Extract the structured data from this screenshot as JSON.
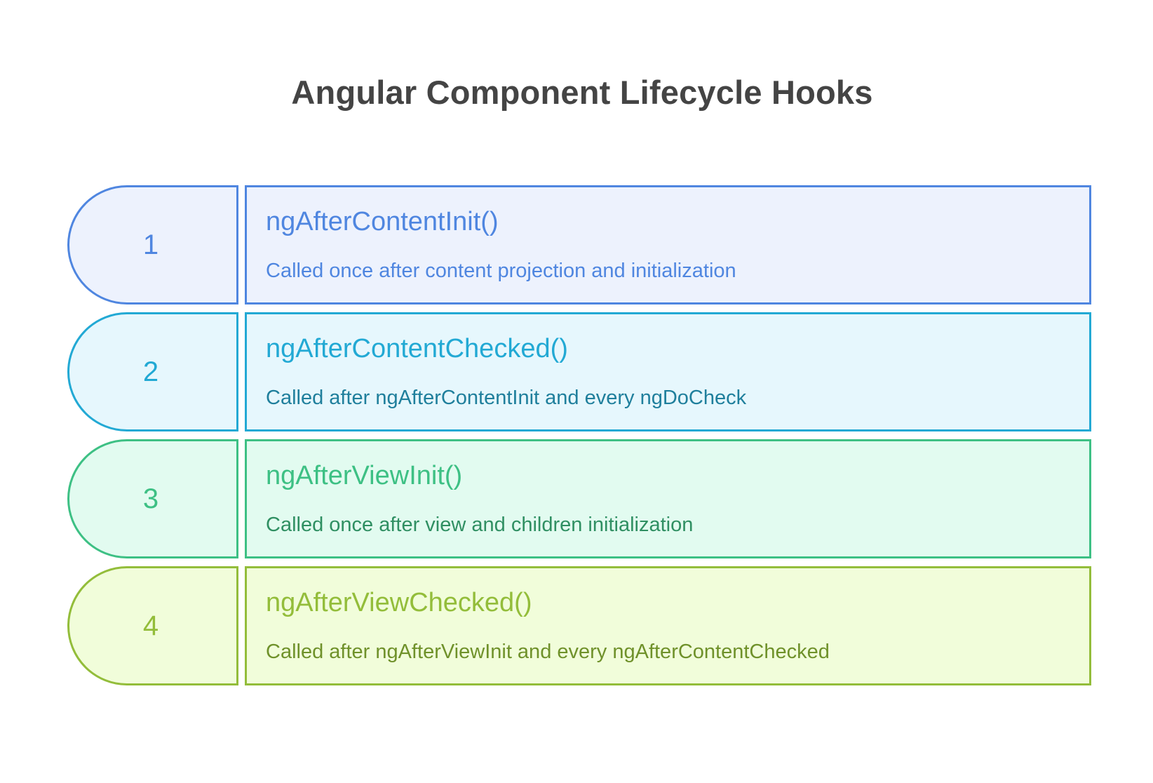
{
  "title": "Angular Component Lifecycle Hooks",
  "steps": [
    {
      "number": "1",
      "name": "ngAfterContentInit()",
      "description": "Called once after content projection and initialization",
      "colors": {
        "border": "#4f86e0",
        "fill": "#edf2fd",
        "title": "#4f86e0",
        "text": "#4f86e0"
      }
    },
    {
      "number": "2",
      "name": "ngAfterContentChecked()",
      "description": "Called after ngAfterContentInit and every ngDoCheck",
      "colors": {
        "border": "#22a9d4",
        "fill": "#e6f7fd",
        "title": "#22a9d4",
        "text": "#1f7f9c"
      }
    },
    {
      "number": "3",
      "name": "ngAfterViewInit()",
      "description": "Called once after view and children initialization",
      "colors": {
        "border": "#3dc084",
        "fill": "#e2fbf0",
        "title": "#3dc084",
        "text": "#2f8f62"
      }
    },
    {
      "number": "4",
      "name": "ngAfterViewChecked()",
      "description": "Called after ngAfterViewInit and every ngAfterContentChecked",
      "colors": {
        "border": "#93bd3a",
        "fill": "#f1fdda",
        "title": "#93bd3a",
        "text": "#6f912a"
      }
    }
  ]
}
